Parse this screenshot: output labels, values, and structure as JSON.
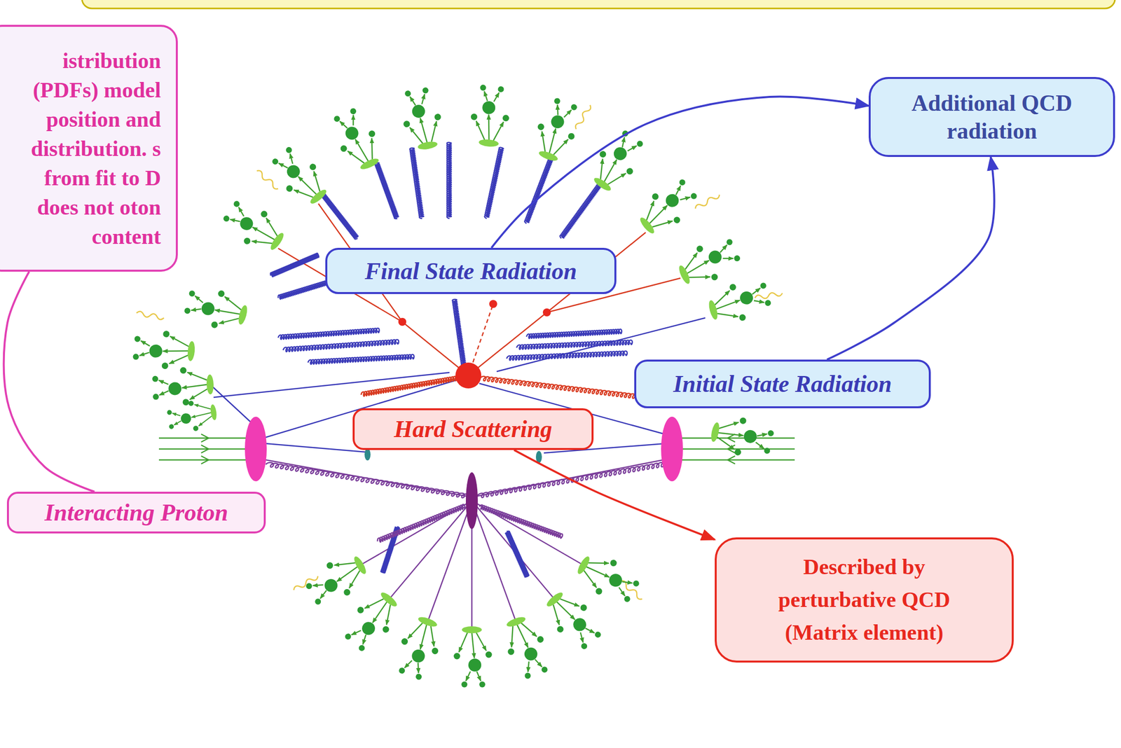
{
  "diagram": {
    "nodes": [
      {
        "text": [
          "istribution (PDFs) model position and distribution. s from fit to D does not oton content"
        ]
      },
      {
        "text": [
          "Additional QCD radiation"
        ]
      },
      {
        "text": [
          "Final State Radiation"
        ]
      },
      {
        "text": [
          "Initial State Radiation"
        ]
      },
      {
        "text": [
          "Hard Scattering"
        ]
      },
      {
        "text": [
          "Interacting Proton"
        ]
      },
      {
        "text": [
          "Described by perturbative QCD (Matrix element)"
        ]
      }
    ],
    "edges": [
      {
        "from": 2,
        "to": 1,
        "arrow": "to"
      },
      {
        "from": 3,
        "to": 1,
        "arrow": "to"
      },
      {
        "from": 4,
        "to": 6,
        "arrow": "to"
      },
      {
        "from": 5,
        "to": 0,
        "arrow": "none"
      }
    ]
  }
}
